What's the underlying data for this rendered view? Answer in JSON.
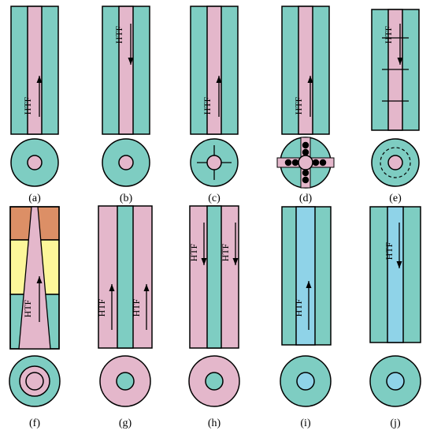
{
  "colors": {
    "shell": "#7ecdc2",
    "pink": "#e4b7cb",
    "blue": "#8fd3e8",
    "orange": "#dc8f66",
    "yellow": "#fdf79a",
    "line": "#000000"
  },
  "flow_label": "HTF",
  "panels": [
    {
      "caption": "(a)",
      "arrow": "up"
    },
    {
      "caption": "(b)",
      "arrow": "down"
    },
    {
      "caption": "(c)",
      "arrow": "up"
    },
    {
      "caption": "(d)",
      "arrow": "up"
    },
    {
      "caption": "(e)",
      "arrow": "down"
    },
    {
      "caption": "(f)",
      "arrow": "up"
    },
    {
      "caption": "(g)",
      "arrow": "up"
    },
    {
      "caption": "(h)",
      "arrow": "down"
    },
    {
      "caption": "(i)",
      "arrow": "up"
    },
    {
      "caption": "(j)",
      "arrow": "down"
    }
  ]
}
